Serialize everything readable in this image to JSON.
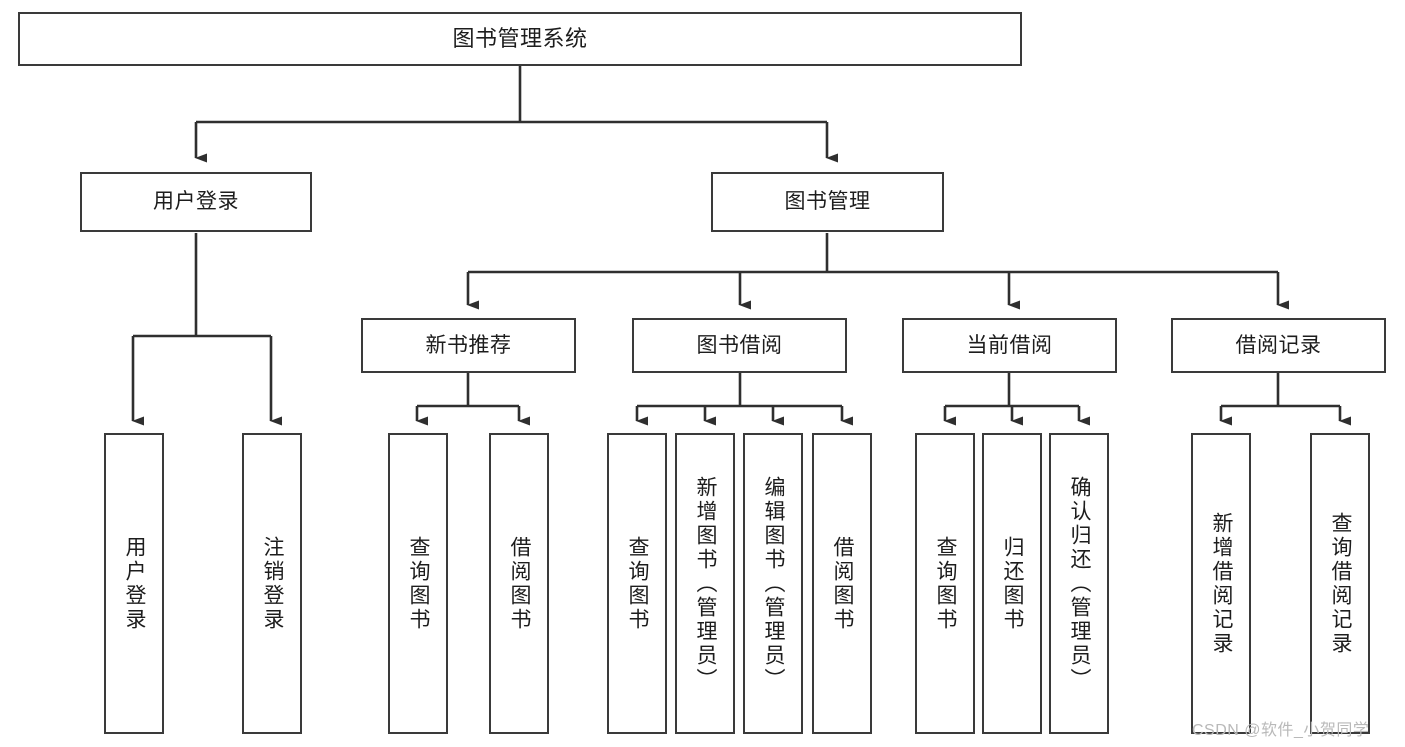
{
  "diagram": {
    "title": "图书管理系统",
    "style": {
      "box_border": "#3a3a3a",
      "box_fill": "#ffffff",
      "line": "#2f2f2f",
      "text": "#1d1d1d",
      "watermark": "#b9b9b9"
    },
    "root": {
      "label": "图书管理系统"
    },
    "level2": [
      {
        "label": "用户登录"
      },
      {
        "label": "图书管理"
      }
    ],
    "level3": [
      {
        "label": "新书推荐"
      },
      {
        "label": "图书借阅"
      },
      {
        "label": "当前借阅"
      },
      {
        "label": "借阅记录"
      }
    ],
    "leaves": {
      "user_login": [
        {
          "label": "用户登录"
        },
        {
          "label": "注销登录"
        }
      ],
      "new_book_recommend": [
        {
          "label": "查询图书"
        },
        {
          "label": "借阅图书"
        }
      ],
      "book_borrow": [
        {
          "label": "查询图书"
        },
        {
          "label": "新增图书（管理员）"
        },
        {
          "label": "编辑图书（管理员）"
        },
        {
          "label": "借阅图书"
        }
      ],
      "current_borrow": [
        {
          "label": "查询图书"
        },
        {
          "label": "归还图书"
        },
        {
          "label": "确认归还（管理员）"
        }
      ],
      "borrow_record": [
        {
          "label": "新增借阅记录"
        },
        {
          "label": "查询借阅记录"
        }
      ]
    }
  },
  "watermark": {
    "text": "CSDN @软件_小贺同学"
  }
}
